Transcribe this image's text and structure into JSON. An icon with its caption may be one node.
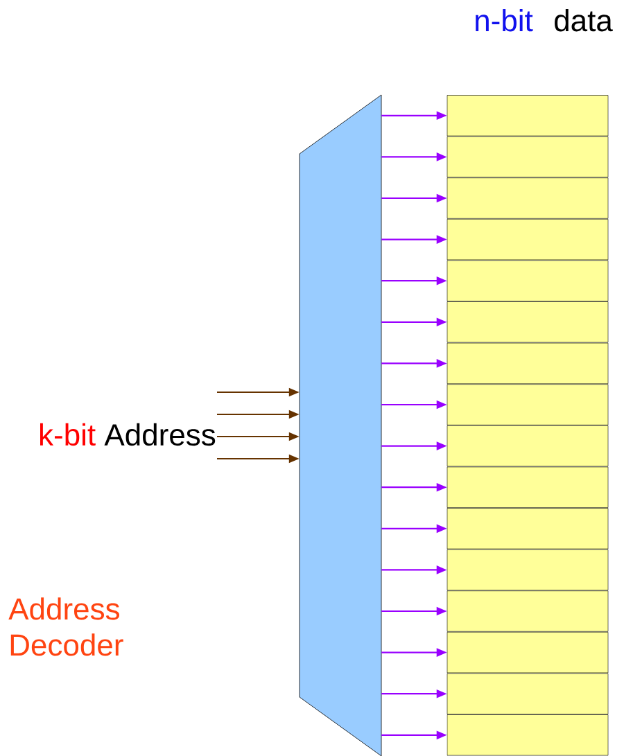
{
  "diagram": {
    "nodes": [
      {
        "text": [],
        "shape": "trapezoid"
      },
      {
        "text": [],
        "shape": "box"
      },
      {
        "text": [],
        "shape": "box"
      },
      {
        "text": [],
        "shape": "box"
      },
      {
        "text": [],
        "shape": "box"
      },
      {
        "text": [],
        "shape": "box"
      },
      {
        "text": [],
        "shape": "box"
      },
      {
        "text": [],
        "shape": "box"
      },
      {
        "text": [],
        "shape": "box"
      },
      {
        "text": [],
        "shape": "box"
      },
      {
        "text": [],
        "shape": "box"
      },
      {
        "text": [],
        "shape": "box"
      },
      {
        "text": [],
        "shape": "box"
      },
      {
        "text": [],
        "shape": "box"
      },
      {
        "text": [],
        "shape": "box"
      },
      {
        "text": [],
        "shape": "box"
      },
      {
        "text": [],
        "shape": "box"
      },
      {
        "text": [
          "k-bit",
          "Address"
        ]
      }
    ],
    "edges": [
      {
        "from": 0,
        "to": 1,
        "arrow": "to"
      },
      {
        "from": 0,
        "to": 2,
        "arrow": "to"
      },
      {
        "from": 0,
        "to": 3,
        "arrow": "to"
      },
      {
        "from": 0,
        "to": 4,
        "arrow": "to"
      },
      {
        "from": 0,
        "to": 5,
        "arrow": "to"
      },
      {
        "from": 0,
        "to": 6,
        "arrow": "to"
      },
      {
        "from": 0,
        "to": 7,
        "arrow": "to"
      },
      {
        "from": 0,
        "to": 8,
        "arrow": "to"
      },
      {
        "from": 0,
        "to": 9,
        "arrow": "to"
      },
      {
        "from": 0,
        "to": 10,
        "arrow": "to"
      },
      {
        "from": 0,
        "to": 11,
        "arrow": "to"
      },
      {
        "from": 0,
        "to": 12,
        "arrow": "to"
      },
      {
        "from": 0,
        "to": 13,
        "arrow": "to"
      },
      {
        "from": 0,
        "to": 14,
        "arrow": "to"
      },
      {
        "from": 0,
        "to": 15,
        "arrow": "to"
      },
      {
        "from": 0,
        "to": 16,
        "arrow": "to"
      },
      {
        "from": 17,
        "to": 0,
        "arrow": "to",
        "color": "#663300"
      },
      {
        "from": 17,
        "to": 0,
        "arrow": "to",
        "color": "#663300"
      },
      {
        "from": 17,
        "to": 0,
        "arrow": "to",
        "color": "#663300"
      },
      {
        "from": 17,
        "to": 0,
        "arrow": "to",
        "color": "#663300"
      }
    ],
    "labels": [
      "n-bit",
      "data",
      "Address Decoder"
    ]
  }
}
